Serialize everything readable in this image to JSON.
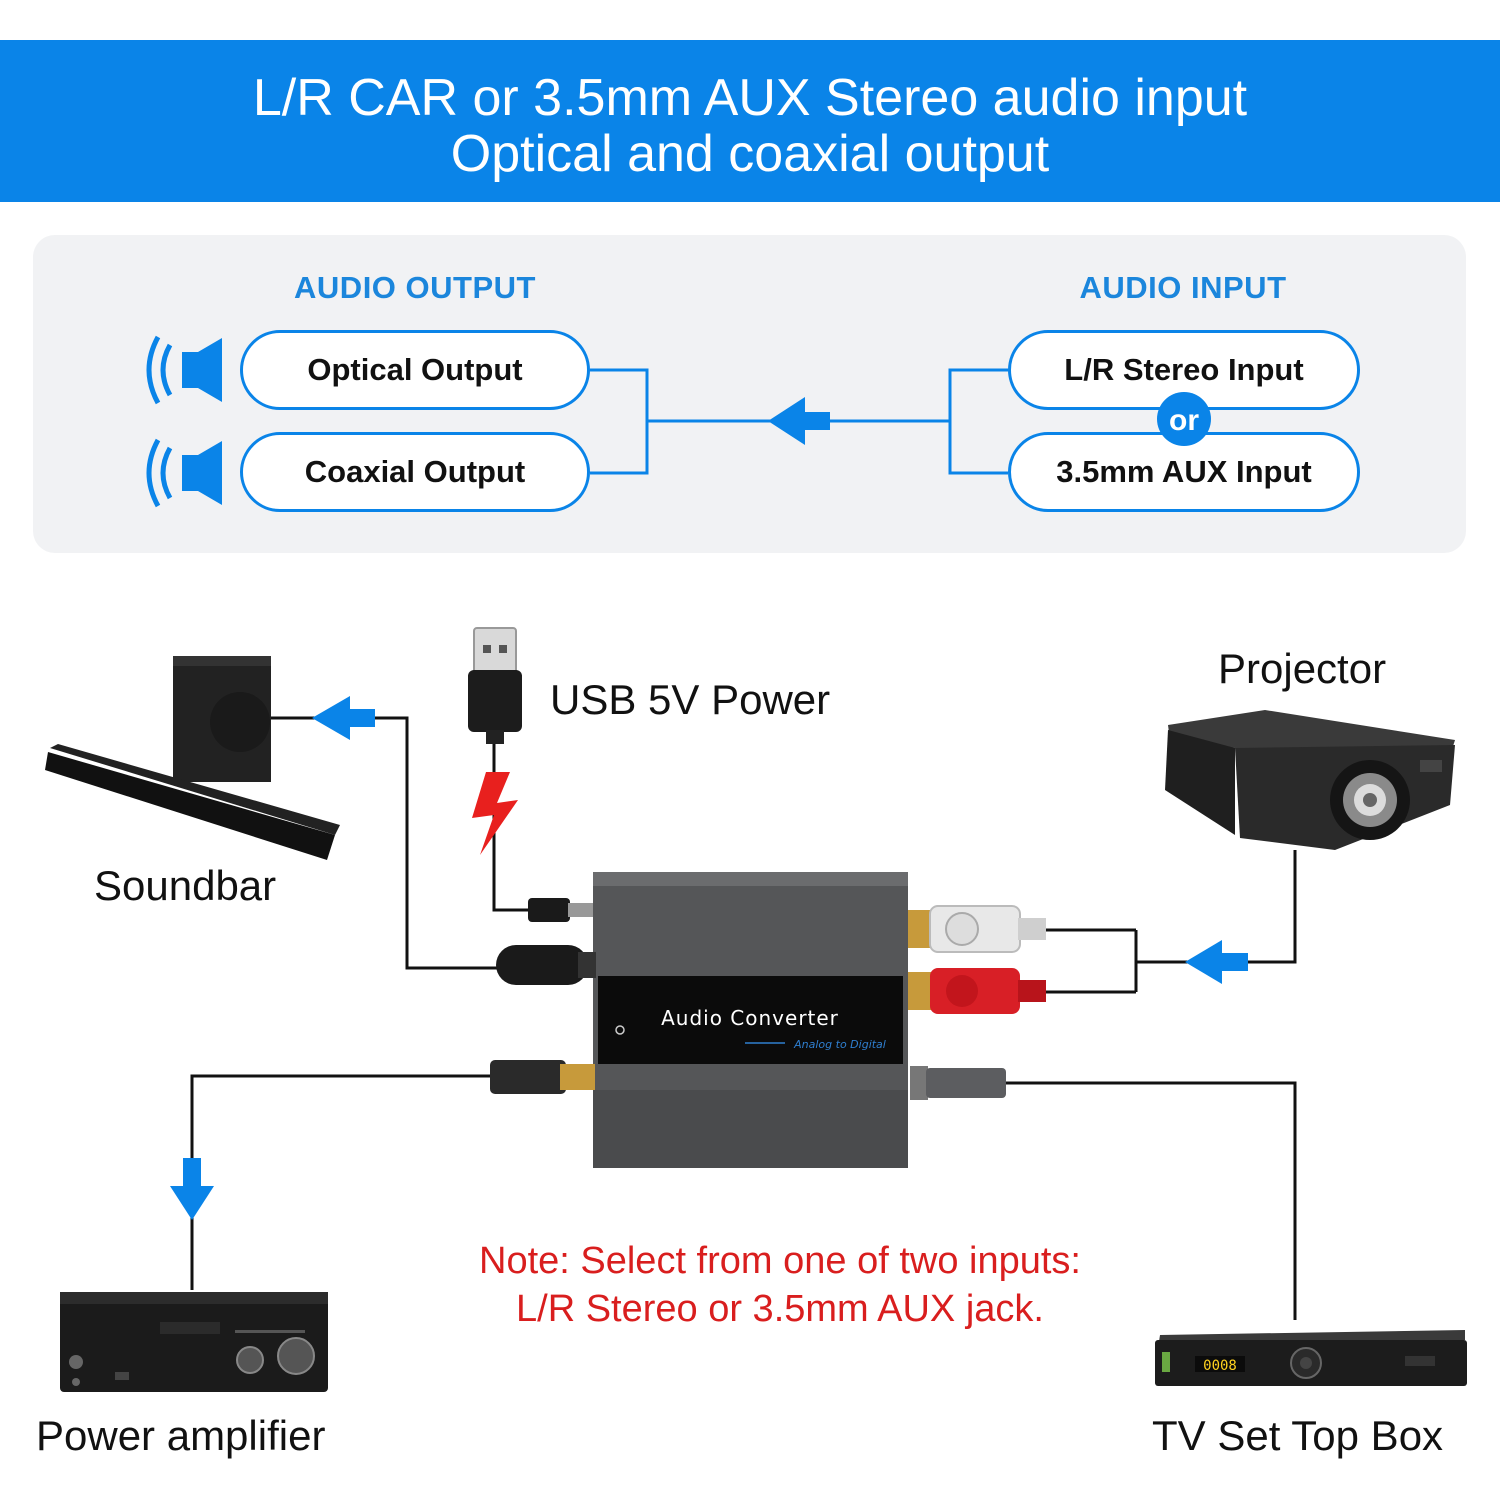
{
  "banner": {
    "line1": "L/R CAR or 3.5mm AUX Stereo audio input",
    "line2": "Optical and coaxial output"
  },
  "output": {
    "heading": "AUDIO OUTPUT",
    "items": [
      "Optical Output",
      "Coaxial Output"
    ]
  },
  "input": {
    "heading": "AUDIO INPUT",
    "items": [
      "L/R Stereo Input",
      "3.5mm AUX Input"
    ],
    "separator": "or"
  },
  "devices": {
    "soundbar": "Soundbar",
    "usb": "USB 5V Power",
    "projector": "Projector",
    "amplifier": "Power amplifier",
    "settop": "TV Set Top Box"
  },
  "converter": {
    "title": "Audio Converter",
    "subtitle": "Analog to Digital"
  },
  "note": {
    "line1": "Note: Select from one of two inputs:",
    "line2": "L/R Stereo or 3.5mm AUX jack."
  },
  "colors": {
    "accent": "#0a84e8",
    "note": "#d91e1e",
    "power": "#e8201e"
  }
}
